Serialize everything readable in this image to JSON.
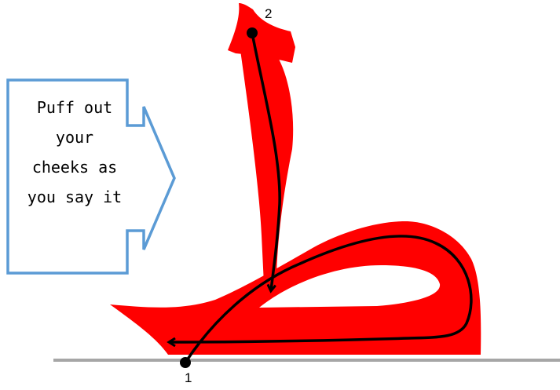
{
  "callout": {
    "lines": [
      "Puff out",
      "your",
      "cheeks as",
      "you say it"
    ]
  },
  "stroke_points": {
    "start_label": "1",
    "second_label": "2"
  },
  "colors": {
    "letter_fill": "#ff0000",
    "callout_border": "#5b9bd5",
    "baseline": "#a6a6a6",
    "path": "#000000"
  },
  "icons": {
    "callout": "right-arrow-callout",
    "letter": "arabic-letter-taa-glyph"
  }
}
